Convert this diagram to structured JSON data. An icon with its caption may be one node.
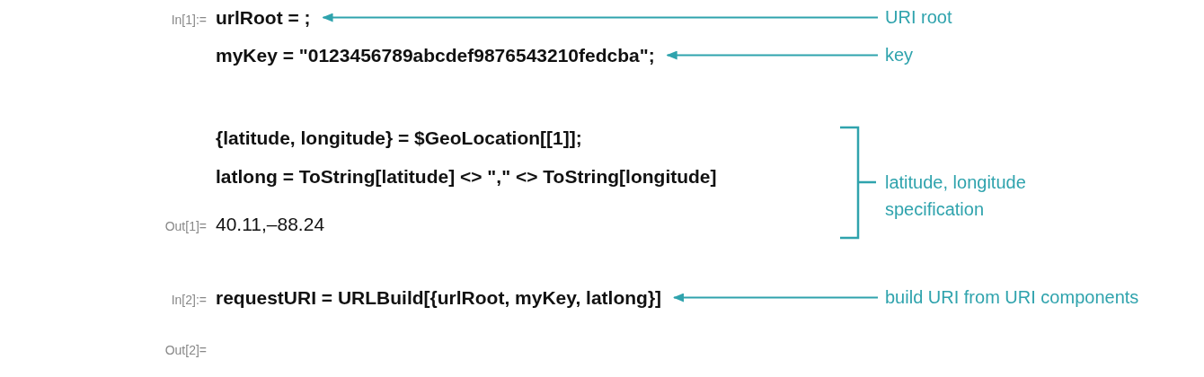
{
  "diagram": {
    "nodes": [
      {
        "text": [
          "urlRoot = ;"
        ]
      },
      {
        "text": [
          "myKey = \"0123456789abcdef9876543210fedcba\";"
        ]
      },
      {
        "text": [
          "requestURI = URLBuild[{urlRoot, myKey, latlong}]"
        ]
      },
      {
        "text": [
          "URI root"
        ]
      },
      {
        "text": [
          "key"
        ]
      },
      {
        "text": [
          "build URI from URI components"
        ]
      }
    ],
    "edges": [
      {
        "from": 3,
        "to": 0,
        "arrow": "to"
      },
      {
        "from": 4,
        "to": 1,
        "arrow": "to"
      },
      {
        "from": 5,
        "to": 2,
        "arrow": "to"
      }
    ],
    "labels": [
      "In[1]:=",
      "{latitude, longitude} = $GeoLocation[[1]];",
      "latlong = ToString[latitude] <> \",\" <> ToString[longitude]",
      "Out[1]=",
      "40.11,–88.24",
      "latitude, longitude specification",
      "In[2]:=",
      "Out[2]="
    ]
  }
}
